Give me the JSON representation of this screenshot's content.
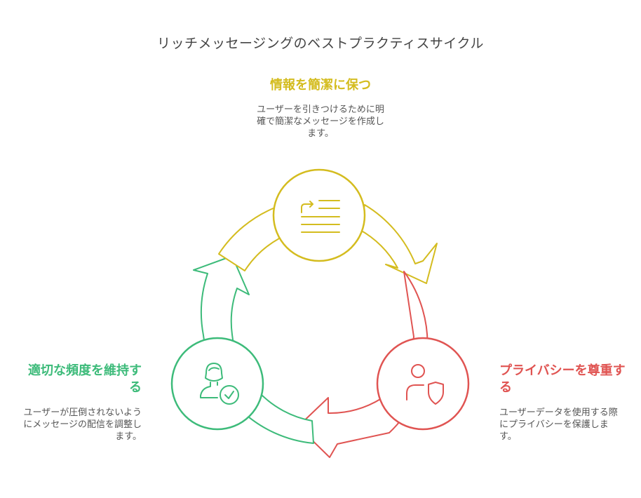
{
  "title": "リッチメッセージングのベストプラクティスサイクル",
  "steps": [
    {
      "heading": "情報を簡潔に保つ",
      "description": "ユーザーを引きつけるために明確で簡潔なメッセージを作成します。",
      "icon": "text-align-redirect-icon",
      "color": "#d4bc1f"
    },
    {
      "heading": "プライバシーを尊重する",
      "description": "ユーザーデータを使用する際にプライバシーを保護します。",
      "icon": "user-shield-icon",
      "color": "#e05452"
    },
    {
      "heading": "適切な頻度を維持する",
      "description": "ユーザーが圧倒されないようにメッセージの配信を調整します。",
      "icon": "user-check-icon",
      "color": "#3dbb7a"
    }
  ]
}
